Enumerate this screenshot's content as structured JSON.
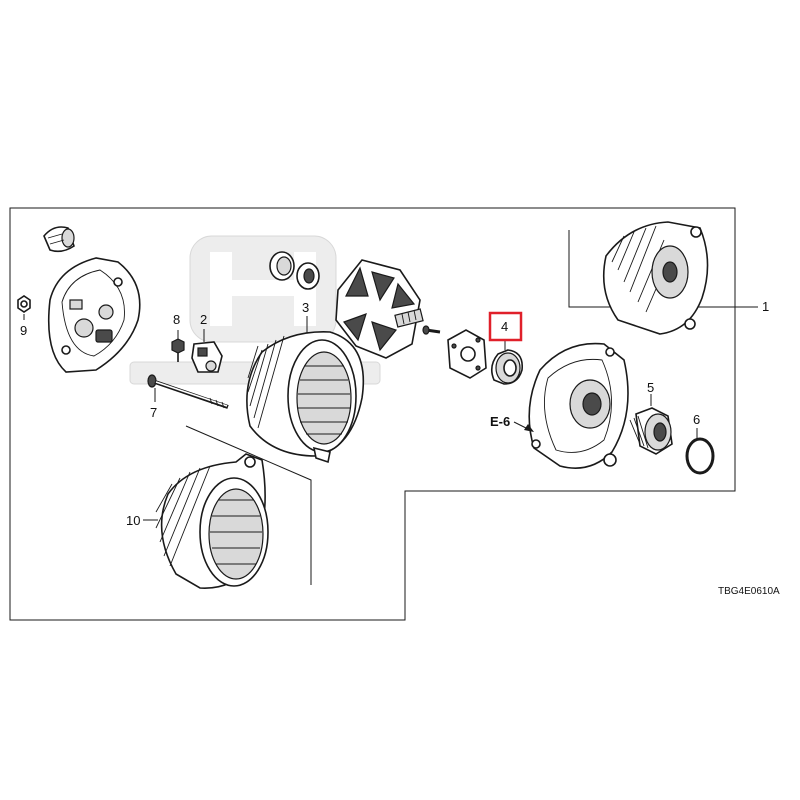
{
  "callouts": {
    "c1": "1",
    "c2": "2",
    "c3": "3",
    "c4": "4",
    "c5": "5",
    "c6": "6",
    "c7": "7",
    "c8": "8",
    "c9": "9",
    "c10": "10"
  },
  "reference": "E-6",
  "diagram_code": "TBG4E0610A",
  "highlight_color": "#e0202a",
  "watermark": "HONDA"
}
